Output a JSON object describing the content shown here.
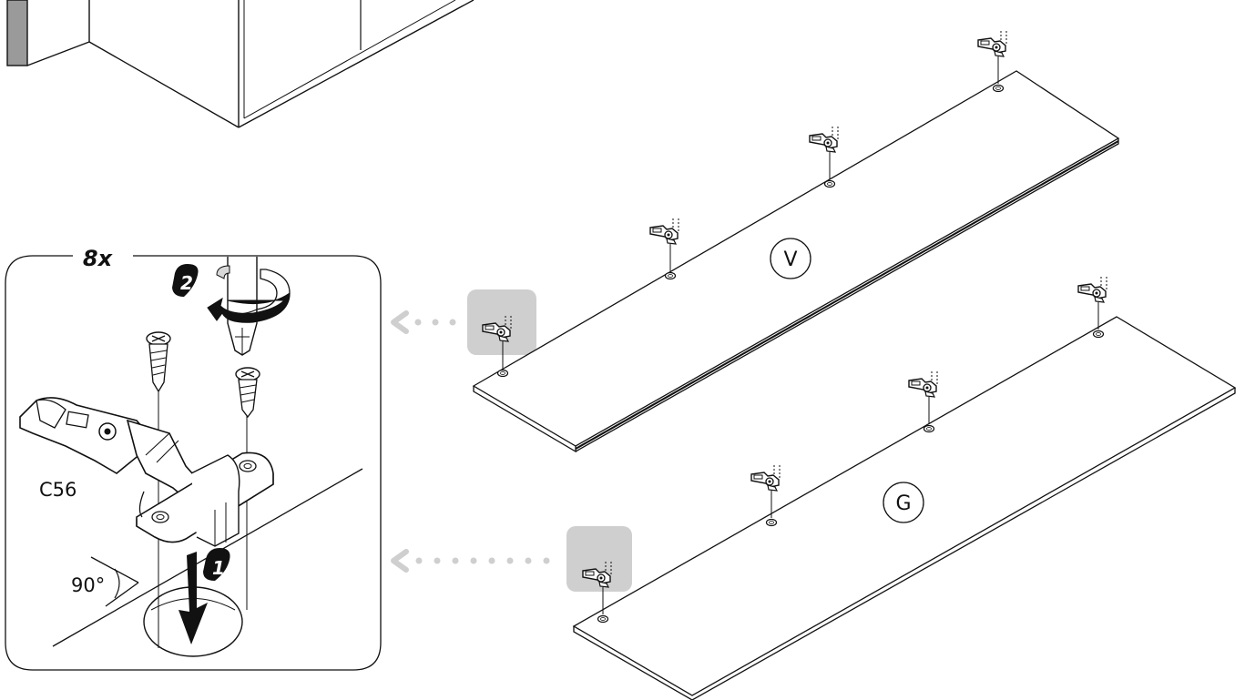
{
  "detail_panel": {
    "quantity": "8x",
    "part_code": "C56",
    "angle": "90°",
    "step1_number": "1",
    "step2_number": "2"
  },
  "boards": [
    {
      "label": "V"
    },
    {
      "label": "G"
    }
  ],
  "colors": {
    "line": "#111111",
    "highlight": "#cfcfcf",
    "arrow": "#cfcfcf",
    "cabinet_side": "#9a9a9a"
  }
}
